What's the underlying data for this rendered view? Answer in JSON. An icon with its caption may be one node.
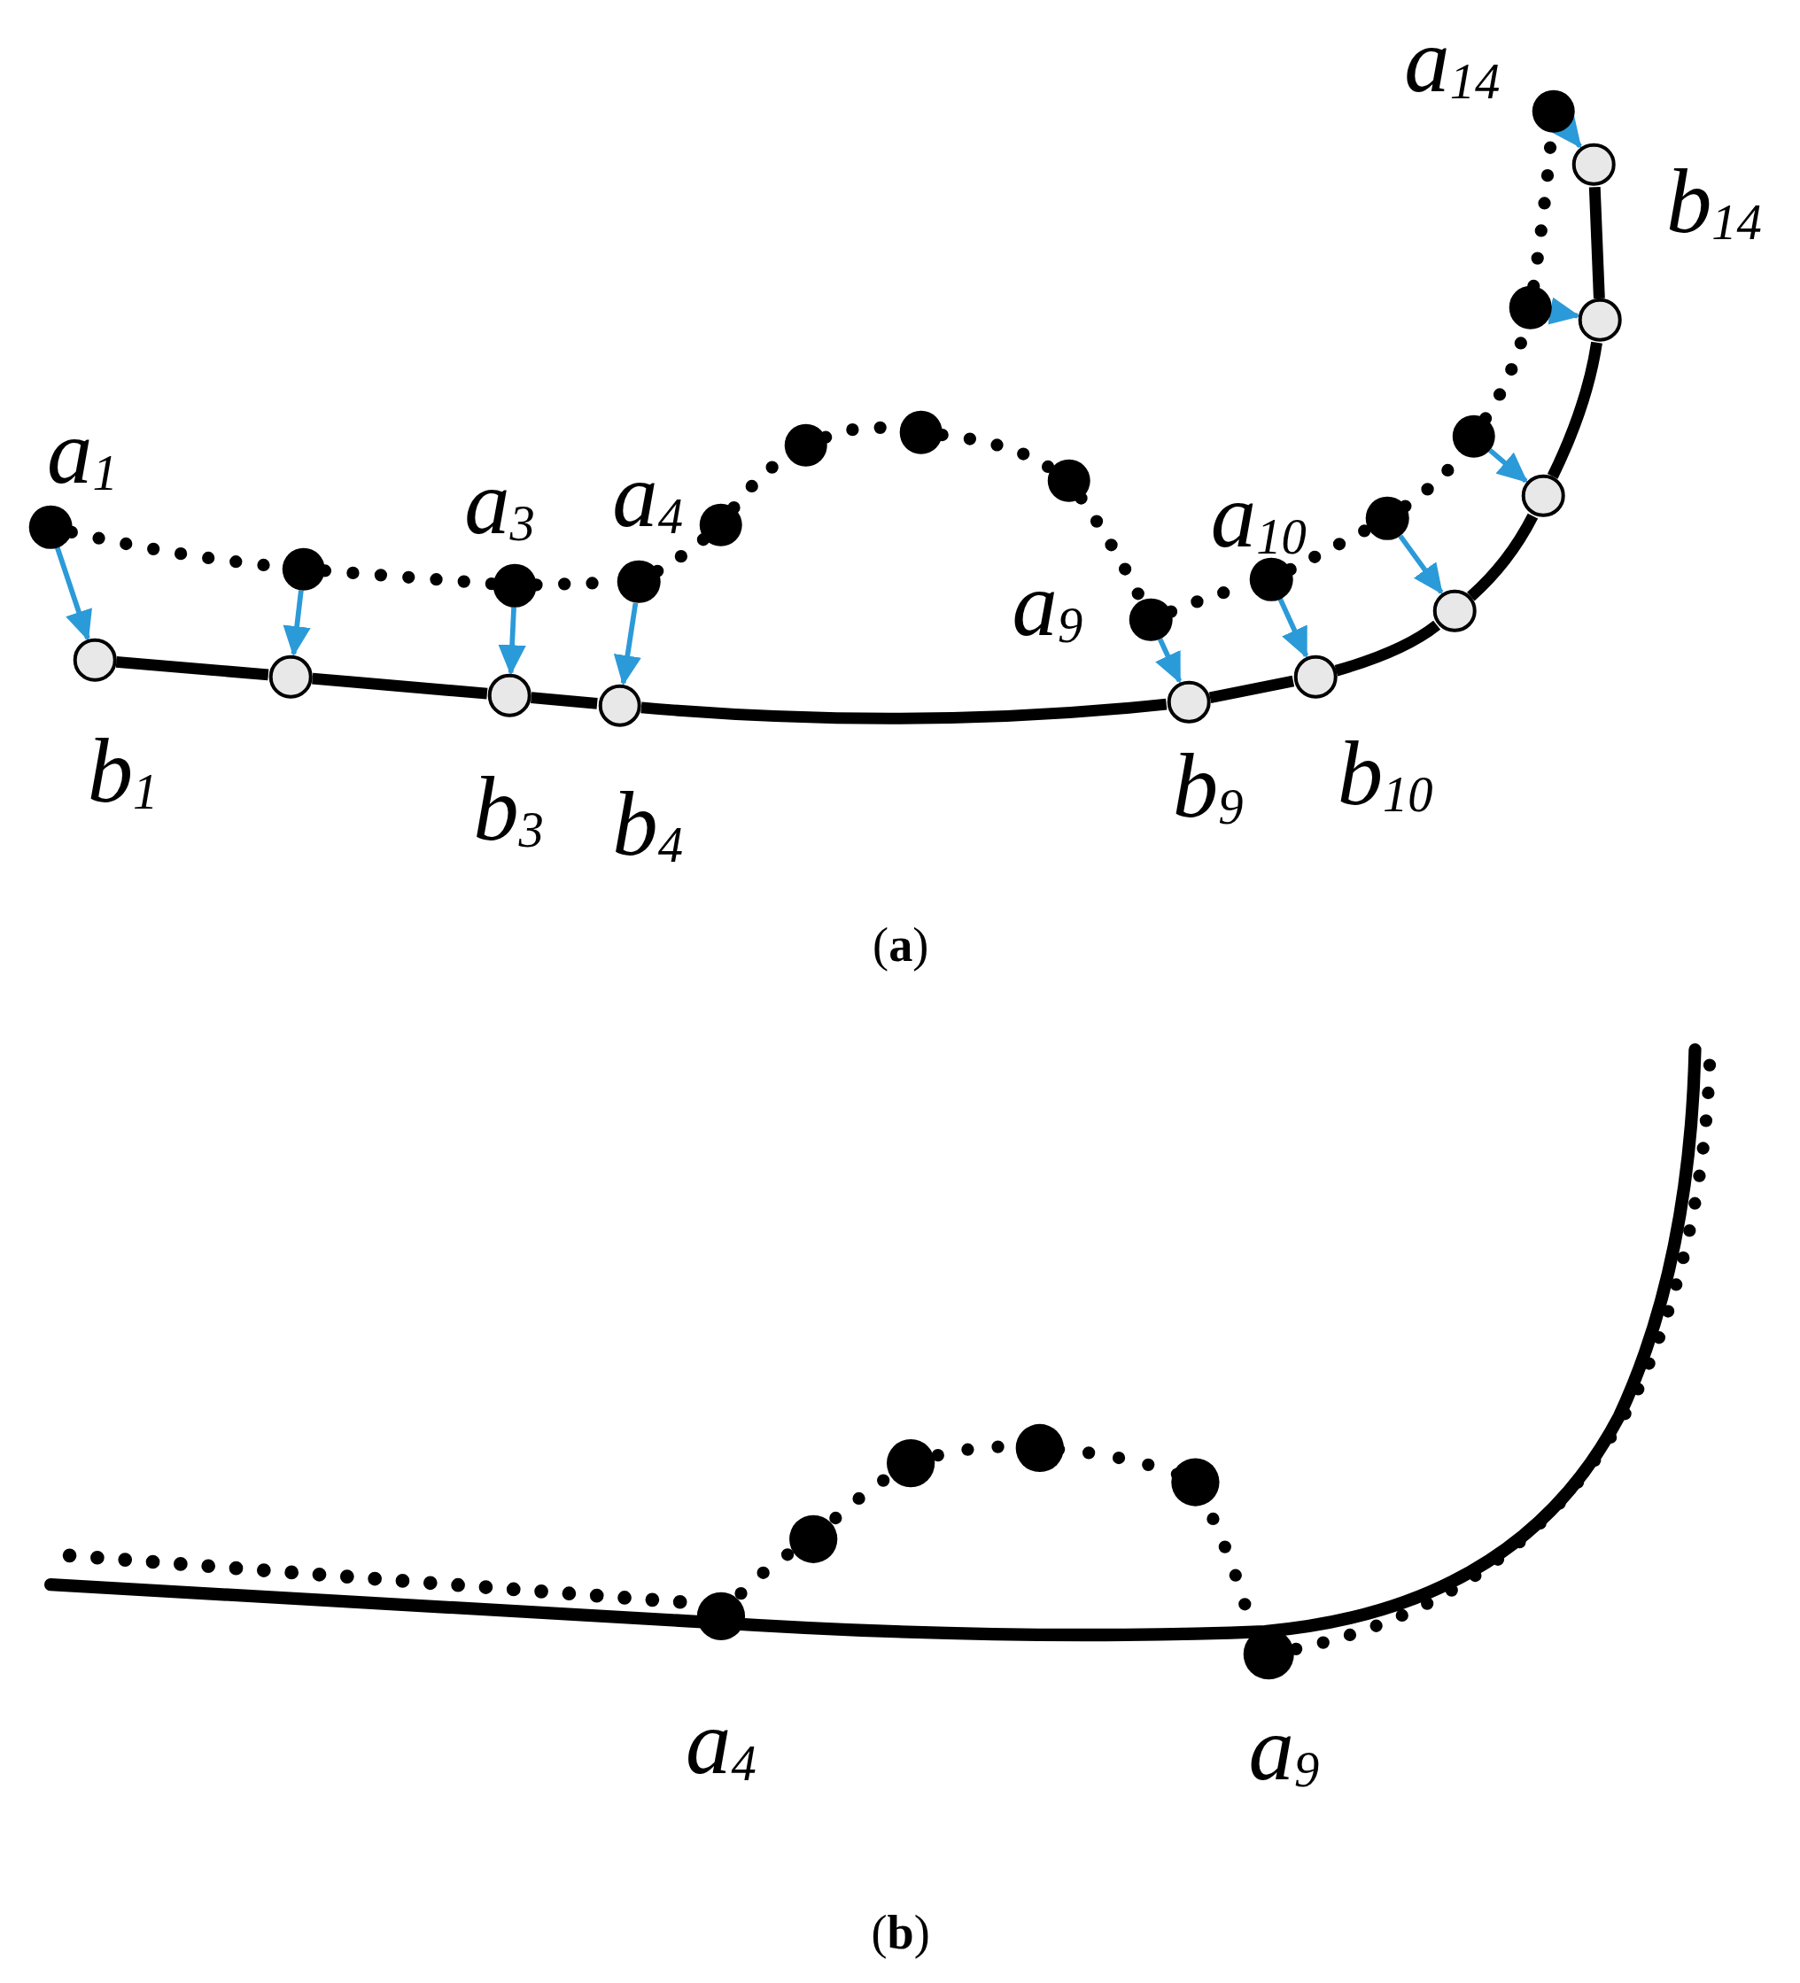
{
  "diagram": {
    "nodes": [
      {
        "text": [],
        "shape": "dot",
        "beside": [
          "a$_{1}$"
        ]
      },
      {
        "text": [],
        "shape": "dot"
      },
      {
        "text": [],
        "shape": "dot",
        "beside": [
          "a$_{3}$"
        ]
      },
      {
        "text": [],
        "shape": "dot",
        "beside": [
          "a$_{4}$"
        ]
      },
      {
        "text": [],
        "shape": "dot"
      },
      {
        "text": [],
        "shape": "dot"
      },
      {
        "text": [],
        "shape": "dot"
      },
      {
        "text": [],
        "shape": "dot"
      },
      {
        "text": [],
        "shape": "dot",
        "beside": [
          "a$_{9}$"
        ]
      },
      {
        "text": [],
        "shape": "dot",
        "beside": [
          "a$_{10}$"
        ]
      },
      {
        "text": [],
        "shape": "dot"
      },
      {
        "text": [],
        "shape": "dot"
      },
      {
        "text": [],
        "shape": "dot"
      },
      {
        "text": [],
        "shape": "dot",
        "beside": [
          "a$_{14}$"
        ]
      },
      {
        "text": [],
        "shape": "circle",
        "beside": [
          "b$_{1}$"
        ]
      },
      {
        "text": [],
        "shape": "circle"
      },
      {
        "text": [],
        "shape": "circle",
        "beside": [
          "b$_{3}$"
        ]
      },
      {
        "text": [],
        "shape": "circle",
        "beside": [
          "b$_{4}$"
        ]
      },
      {
        "text": [],
        "shape": "circle",
        "beside": [
          "b$_{9}$"
        ]
      },
      {
        "text": [],
        "shape": "circle",
        "beside": [
          "b$_{10}$"
        ]
      },
      {
        "text": [],
        "shape": "circle"
      },
      {
        "text": [],
        "shape": "circle"
      },
      {
        "text": [],
        "shape": "circle"
      },
      {
        "text": [],
        "shape": "circle",
        "beside": [
          "b$_{14}$"
        ]
      }
    ],
    "edges": [
      {
        "from": 0,
        "to": 14,
        "arrow": "to",
        "color": "#2b9ad8"
      },
      {
        "from": 1,
        "to": 15,
        "arrow": "to",
        "color": "#2b9ad8"
      },
      {
        "from": 2,
        "to": 16,
        "arrow": "to",
        "color": "#2b9ad8"
      },
      {
        "from": 3,
        "to": 17,
        "arrow": "to",
        "color": "#2b9ad8"
      },
      {
        "from": 8,
        "to": 18,
        "arrow": "to",
        "color": "#2b9ad8"
      },
      {
        "from": 9,
        "to": 19,
        "arrow": "to",
        "color": "#2b9ad8"
      },
      {
        "from": 10,
        "to": 20,
        "arrow": "to",
        "color": "#2b9ad8"
      },
      {
        "from": 11,
        "to": 21,
        "arrow": "to",
        "color": "#2b9ad8"
      },
      {
        "from": 12,
        "to": 22,
        "arrow": "to",
        "color": "#2b9ad8"
      },
      {
        "from": 13,
        "to": 23,
        "arrow": "to",
        "color": "#2b9ad8"
      },
      {
        "from": 0,
        "to": 1,
        "arrow": "none",
        "style": "dashed"
      },
      {
        "from": 1,
        "to": 2,
        "arrow": "none",
        "style": "dashed"
      },
      {
        "from": 2,
        "to": 3,
        "arrow": "none",
        "style": "dashed"
      },
      {
        "from": 3,
        "to": 4,
        "arrow": "none",
        "style": "dashed"
      },
      {
        "from": 4,
        "to": 5,
        "arrow": "none",
        "style": "dashed"
      },
      {
        "from": 5,
        "to": 6,
        "arrow": "none",
        "style": "dashed"
      },
      {
        "from": 6,
        "to": 7,
        "arrow": "none",
        "style": "dashed"
      },
      {
        "from": 7,
        "to": 8,
        "arrow": "none",
        "style": "dashed"
      },
      {
        "from": 8,
        "to": 9,
        "arrow": "none",
        "style": "dashed"
      },
      {
        "from": 9,
        "to": 10,
        "arrow": "none",
        "style": "dashed"
      },
      {
        "from": 10,
        "to": 11,
        "arrow": "none",
        "style": "dashed"
      },
      {
        "from": 11,
        "to": 12,
        "arrow": "none",
        "style": "dashed"
      },
      {
        "from": 12,
        "to": 13,
        "arrow": "none",
        "style": "dashed"
      },
      {
        "from": 14,
        "to": 15,
        "arrow": "none"
      },
      {
        "from": 15,
        "to": 16,
        "arrow": "none"
      },
      {
        "from": 16,
        "to": 17,
        "arrow": "none"
      },
      {
        "from": 17,
        "to": 18,
        "arrow": "none"
      },
      {
        "from": 18,
        "to": 19,
        "arrow": "none"
      },
      {
        "from": 19,
        "to": 20,
        "arrow": "none"
      },
      {
        "from": 20,
        "to": 21,
        "arrow": "none"
      },
      {
        "from": 21,
        "to": 22,
        "arrow": "none"
      },
      {
        "from": 22,
        "to": 23,
        "arrow": "none"
      }
    ],
    "labels": [
      "(**a**)",
      "a$_{4}$",
      "a$_{9}$",
      "(**b**)"
    ]
  }
}
